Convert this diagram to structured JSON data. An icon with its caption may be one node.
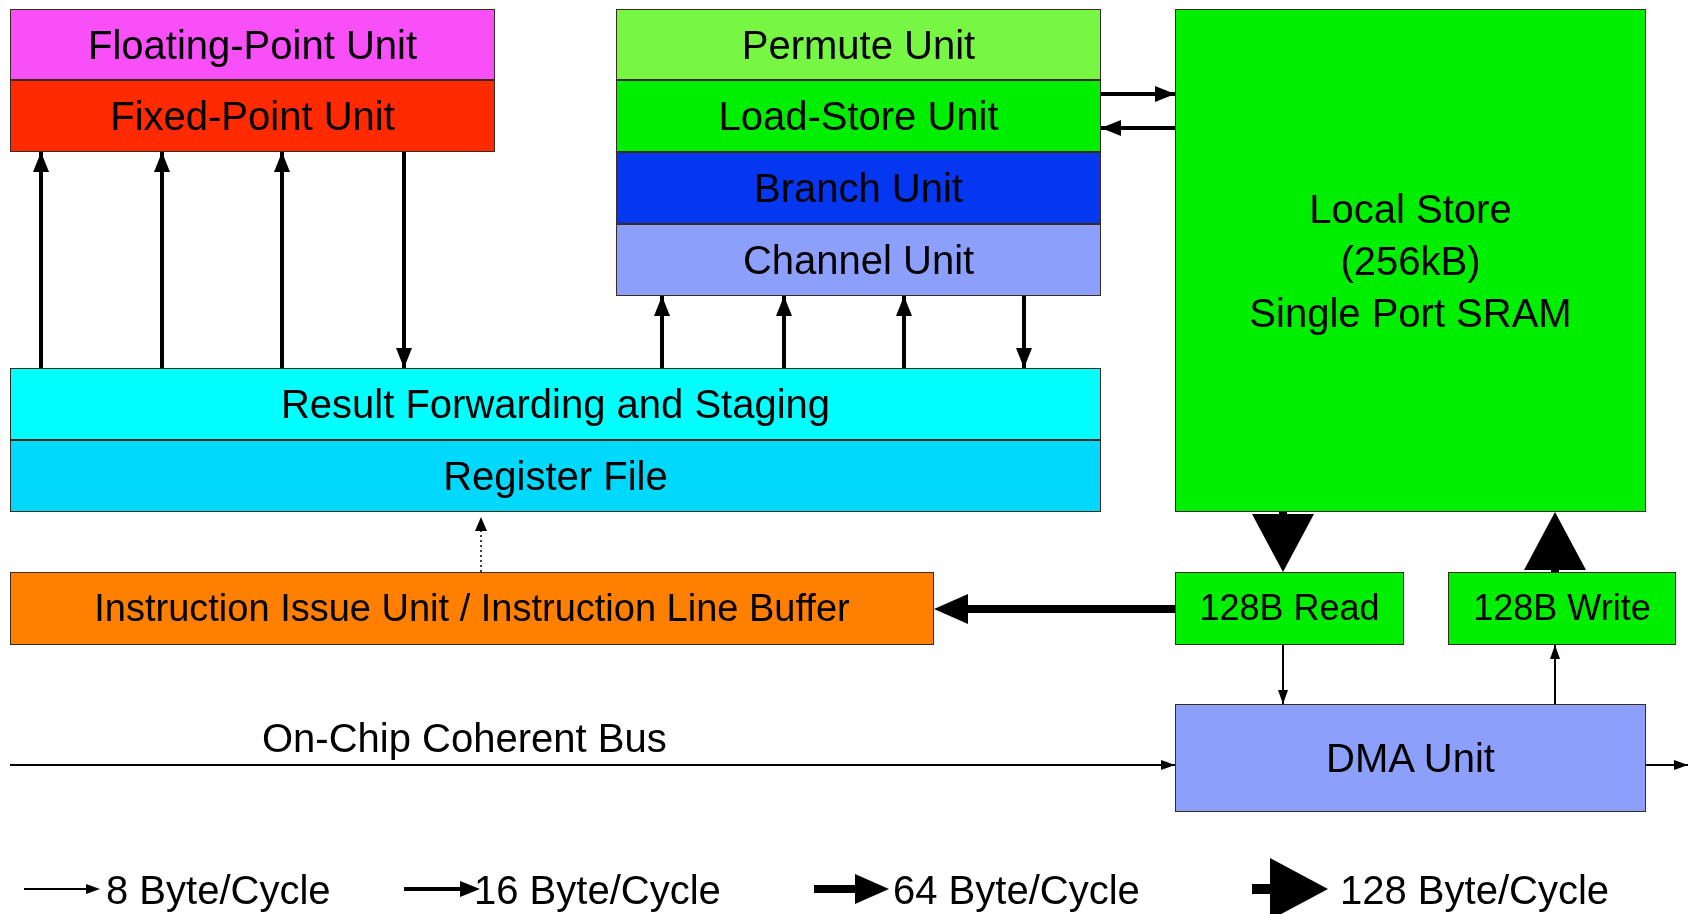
{
  "diagram": {
    "nodes": [
      {
        "text": [
          "Floating-Point Unit"
        ]
      },
      {
        "text": [
          "Fixed-Point Unit"
        ]
      },
      {
        "text": [
          "Permute Unit"
        ]
      },
      {
        "text": [
          "Load-Store Unit"
        ]
      },
      {
        "text": [
          "Branch Unit"
        ]
      },
      {
        "text": [
          "Channel Unit"
        ]
      },
      {
        "text": [
          "Local Store",
          "(256kB)",
          "Single Port SRAM"
        ]
      },
      {
        "text": [
          "Result Forwarding and Staging"
        ]
      },
      {
        "text": [
          "Register File"
        ]
      },
      {
        "text": [
          "Instruction Issue Unit / Instruction Line Buffer"
        ]
      },
      {
        "text": [
          "128B Read"
        ]
      },
      {
        "text": [
          "128B Write"
        ]
      },
      {
        "text": [
          "DMA Unit"
        ]
      }
    ],
    "edges": [
      {
        "from": 7,
        "to": 1,
        "arrow": "to"
      },
      {
        "from": 7,
        "to": 1,
        "arrow": "to"
      },
      {
        "from": 7,
        "to": 1,
        "arrow": "to"
      },
      {
        "from": 1,
        "to": 7,
        "arrow": "to"
      },
      {
        "from": 7,
        "to": 5,
        "arrow": "to"
      },
      {
        "from": 7,
        "to": 5,
        "arrow": "to"
      },
      {
        "from": 7,
        "to": 5,
        "arrow": "to"
      },
      {
        "from": 5,
        "to": 7,
        "arrow": "to"
      },
      {
        "from": 3,
        "to": 6,
        "arrow": "to"
      },
      {
        "from": 6,
        "to": 3,
        "arrow": "to"
      },
      {
        "from": 9,
        "to": 8,
        "arrow": "to",
        "style": "dashed"
      },
      {
        "from": 6,
        "to": 10,
        "arrow": "to",
        "style": "thick"
      },
      {
        "from": 11,
        "to": 6,
        "arrow": "to",
        "style": "thick"
      },
      {
        "from": 10,
        "to": 9,
        "arrow": "to",
        "style": "thick"
      },
      {
        "from": 10,
        "to": 12,
        "arrow": "to"
      },
      {
        "from": 12,
        "to": 11,
        "arrow": "to"
      },
      {
        "from": null,
        "to": 12,
        "arrow": "to",
        "label": "On-Chip Coherent Bus"
      },
      {
        "from": 12,
        "to": null,
        "arrow": "to"
      }
    ],
    "legend": [
      {
        "text": "8 Byte/Cycle"
      },
      {
        "text": "16 Byte/Cycle"
      },
      {
        "text": "64 Byte/Cycle"
      },
      {
        "text": "128 Byte/Cycle"
      }
    ]
  }
}
